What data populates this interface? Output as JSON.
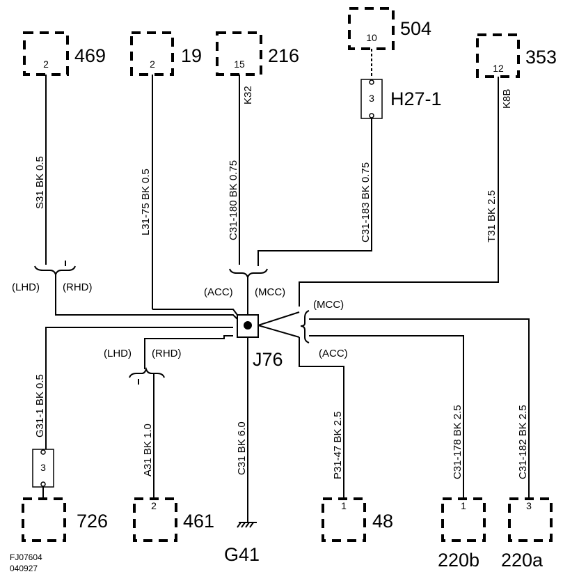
{
  "components": {
    "c469": {
      "name": "469",
      "pin": "2"
    },
    "c19": {
      "name": "19",
      "pin": "2"
    },
    "c216": {
      "name": "216",
      "pin": "15"
    },
    "c504": {
      "name": "504",
      "pin": "10"
    },
    "c353": {
      "name": "353",
      "pin": "12"
    },
    "h27": {
      "name": "H27-1",
      "pin": "3"
    },
    "g31conn": {
      "pin": "3"
    },
    "c726": {
      "name": "726"
    },
    "c461": {
      "name": "461",
      "pin": "2"
    },
    "c48": {
      "name": "48",
      "pin": "1"
    },
    "c220b": {
      "name": "220b",
      "pin": "1"
    },
    "c220a": {
      "name": "220a",
      "pin": "3"
    },
    "g41": {
      "name": "G41"
    },
    "j76": {
      "name": "J76"
    }
  },
  "wires": {
    "w469": "S31  BK  0.5",
    "w19": "L31-75  BK  0.5",
    "w216": "C31-180  BK  0.75",
    "w216pin": "K32",
    "wh27": "C31-183  BK  0.75",
    "w353": "T31  BK  2.5",
    "w353pin": "K8B",
    "w726": "G31-1  BK  0.5",
    "w461": "A31  BK  1.0",
    "wg41": "C31  BK  6.0",
    "w48": "P31-47 BK 2.5",
    "w220b": "C31-178  BK  2.5",
    "w220a": "C31-182  BK  2.5"
  },
  "variants": {
    "lhd": "(LHD)",
    "rhd": "(RHD)",
    "acc": "(ACC)",
    "mcc": "(MCC)"
  },
  "reference": {
    "code": "FJ07604",
    "date": "040927"
  }
}
